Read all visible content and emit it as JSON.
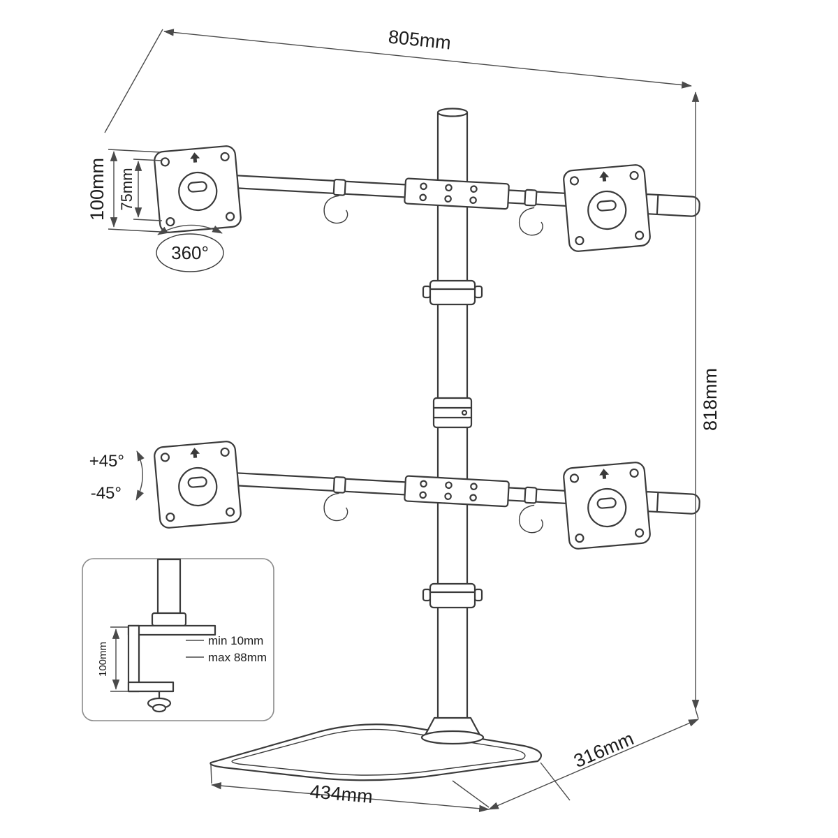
{
  "colors": {
    "line": "#3a3a3a",
    "dim_line": "#4a4a4a",
    "text": "#1c1c1c",
    "background": "#ffffff"
  },
  "diagram": {
    "labels": {
      "top_width": "805mm",
      "vesa_outer": "100mm",
      "vesa_inner": "75mm",
      "rotation": "360°",
      "tilt_up": "+45°",
      "tilt_down": "-45°",
      "total_height": "818mm",
      "clamp_height": "100mm",
      "clamp_min": "min 10mm",
      "clamp_max": "max 88mm",
      "base_width": "434mm",
      "base_depth": "316mm"
    }
  }
}
